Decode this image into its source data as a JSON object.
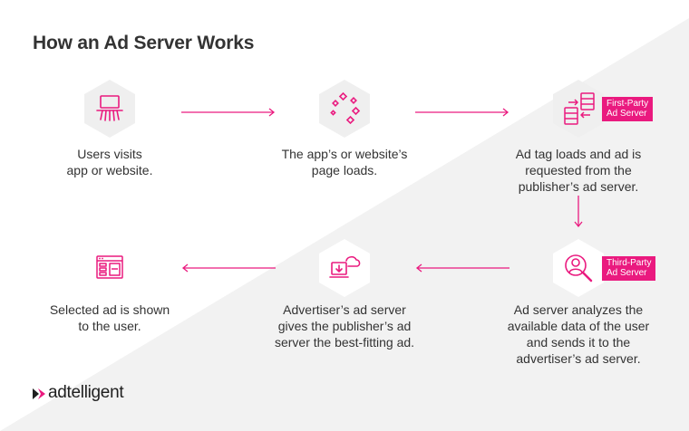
{
  "title": "How an Ad Server Works",
  "steps": [
    {
      "text": "Users visits\napp or website.",
      "icon": "laptop-typing-icon"
    },
    {
      "text": "The app’s or website’s\npage loads.",
      "icon": "loading-dots-icon"
    },
    {
      "text": "Ad tag loads and ad is\nrequested from the\npublisher’s ad server.",
      "icon": "server-exchange-icon",
      "badge": "First-Party\nAd Server"
    },
    {
      "text": "Ad server analyzes the\navailable data of the user\nand sends it to the\nadvertiser’s ad server.",
      "icon": "user-search-icon",
      "badge": "Third-Party\nAd Server"
    },
    {
      "text": "Advertiser’s ad server\ngives the publisher’s ad\nserver the best-fitting ad.",
      "icon": "cloud-download-icon"
    },
    {
      "text": "Selected ad is shown\nto the user.",
      "icon": "browser-window-icon"
    }
  ],
  "logo": {
    "text": "adtelligent"
  },
  "colors": {
    "accent": "#ea1a7f",
    "text": "#333333"
  }
}
